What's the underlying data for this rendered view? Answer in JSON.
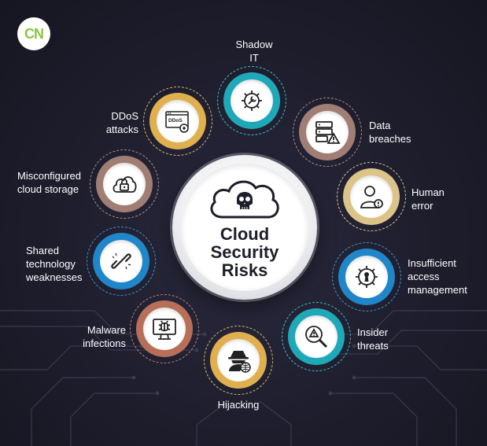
{
  "logo": {
    "text": "CN",
    "color": "#8cc63f"
  },
  "center": {
    "title_lines": [
      "Cloud",
      "Security",
      "Risks"
    ],
    "icon": "cloud-skull-icon"
  },
  "risks": [
    {
      "id": "shadow-it",
      "lines": [
        "Shadow",
        "IT"
      ],
      "icon": "gear-wrench-icon",
      "color": "#1fa9b8"
    },
    {
      "id": "data-breaches",
      "lines": [
        "Data",
        "breaches"
      ],
      "icon": "server-warning-icon",
      "color": "#a07e74"
    },
    {
      "id": "human-error",
      "lines": [
        "Human",
        "error"
      ],
      "icon": "person-alert-icon",
      "color": "#dcc489"
    },
    {
      "id": "insufficient-access-management",
      "lines": [
        "Insufficient",
        "access",
        "management"
      ],
      "icon": "gear-keyhole-icon",
      "color": "#1f86c9"
    },
    {
      "id": "insider-threats",
      "lines": [
        "Insider",
        "threats"
      ],
      "icon": "magnifier-warning-icon",
      "color": "#1fa9b8"
    },
    {
      "id": "hijacking",
      "lines": [
        "Hijacking"
      ],
      "icon": "hacker-globe-icon",
      "color": "#e1b04e"
    },
    {
      "id": "malware-infections",
      "lines": [
        "Malware",
        "infections"
      ],
      "icon": "monitor-bug-icon",
      "color": "#b86f58"
    },
    {
      "id": "shared-technology-weaknesses",
      "lines": [
        "Shared",
        "technology",
        "weaknesses"
      ],
      "icon": "broken-chain-icon",
      "color": "#1f86c9"
    },
    {
      "id": "misconfigured-cloud-storage",
      "lines": [
        "Misconfigured",
        "cloud storage"
      ],
      "icon": "cloud-lock-icon",
      "color": "#a07e74"
    },
    {
      "id": "ddos-attacks",
      "lines": [
        "DDoS",
        "attacks"
      ],
      "icon": "browser-ddos-icon",
      "icon_text": "DDoS",
      "color": "#e1b04e"
    }
  ]
}
